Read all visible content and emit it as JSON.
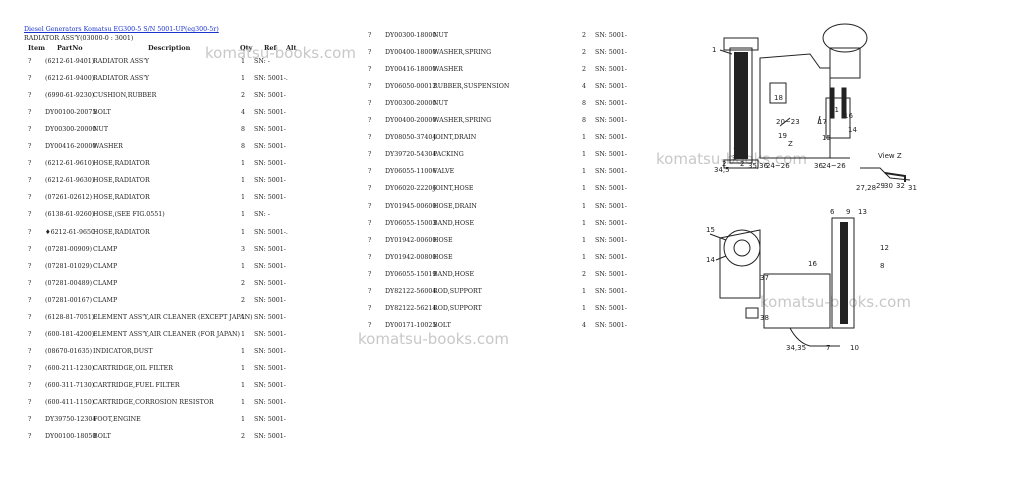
{
  "header": {
    "breadcrumb": [
      "Diesel Generators Komatsu",
      "EG300-5 S/N 5001-UP(eg300-5r)"
    ],
    "subtitle": "RADIATOR ASS'Y(03000-0 : 3001)"
  },
  "columns": {
    "item": "Item",
    "partno": "PartNo",
    "description": "Description",
    "qty": "Qty",
    "ref": "Ref",
    "alt": "Alt"
  },
  "left_rows": [
    {
      "item": "?",
      "partno": "(6212-61-9401)",
      "desc": "RADIATOR ASS'Y",
      "qty": "1",
      "sn": "SN: -"
    },
    {
      "item": "?",
      "partno": "(6212-61-9400)",
      "desc": "RADIATOR ASS'Y",
      "qty": "1",
      "sn": "SN: 5001-."
    },
    {
      "item": "?",
      "partno": "(6990-61-9230)",
      "desc": "CUSHION,RUBBER",
      "qty": "2",
      "sn": "SN: 5001-"
    },
    {
      "item": "?",
      "partno": "DY00100-20075",
      "desc": "BOLT",
      "qty": "4",
      "sn": "SN: 5001-"
    },
    {
      "item": "?",
      "partno": "DY00300-20000",
      "desc": "NUT",
      "qty": "8",
      "sn": "SN: 5001-"
    },
    {
      "item": "?",
      "partno": "DY00416-20000",
      "desc": "WASHER",
      "qty": "8",
      "sn": "SN: 5001-"
    },
    {
      "item": "?",
      "partno": "(6212-61-9610)",
      "desc": "HOSE,RADIATOR",
      "qty": "1",
      "sn": "SN: 5001-"
    },
    {
      "item": "?",
      "partno": "(6212-61-9630)",
      "desc": "HOSE,RADIATOR",
      "qty": "1",
      "sn": "SN: 5001-"
    },
    {
      "item": "?",
      "partno": "(07261-02612)",
      "desc": "HOSE,RADIATOR",
      "qty": "1",
      "sn": "SN: 5001-"
    },
    {
      "item": "?",
      "partno": "(6138-61-9260)",
      "desc": "HOSE,(SEE FIG.0551)",
      "qty": "1",
      "sn": "SN: -"
    },
    {
      "item": "?",
      "partno": "♦6212-61-9650",
      "desc": "HOSE,RADIATOR",
      "qty": "1",
      "sn": "SN: 5001-."
    },
    {
      "item": "?",
      "partno": "(07281-00909)",
      "desc": "CLAMP",
      "qty": "3",
      "sn": "SN: 5001-"
    },
    {
      "item": "?",
      "partno": "(07281-01029)",
      "desc": "CLAMP",
      "qty": "1",
      "sn": "SN: 5001-"
    },
    {
      "item": "?",
      "partno": "(07281-00489)",
      "desc": "CLAMP",
      "qty": "2",
      "sn": "SN: 5001-"
    },
    {
      "item": "?",
      "partno": "(07281-00167)",
      "desc": "CLAMP",
      "qty": "2",
      "sn": "SN: 5001-"
    },
    {
      "item": "?",
      "partno": "(6128-81-7051)",
      "desc": "ELEMENT ASS'Y,AIR CLEANER (EXCEPT JAPAN)",
      "qty": "1",
      "sn": "SN: 5001-"
    },
    {
      "item": "?",
      "partno": "(600-181-4200)",
      "desc": "ELEMENT ASS'Y,AIR CLEANER (FOR JAPAN)",
      "qty": "1",
      "sn": "SN: 5001-"
    },
    {
      "item": "?",
      "partno": "(08670-01635)",
      "desc": "INDICATOR,DUST",
      "qty": "1",
      "sn": "SN: 5001-"
    },
    {
      "item": "?",
      "partno": "(600-211-1230)",
      "desc": "CARTRIDGE,OIL FILTER",
      "qty": "1",
      "sn": "SN: 5001-"
    },
    {
      "item": "?",
      "partno": "(600-311-7130)",
      "desc": "CARTRIDGE,FUEL FILTER",
      "qty": "1",
      "sn": "SN: 5001-"
    },
    {
      "item": "?",
      "partno": "(600-411-1150)",
      "desc": "CARTRIDGE,CORROSION RESISTOR",
      "qty": "1",
      "sn": "SN: 5001-"
    },
    {
      "item": "?",
      "partno": "DY39750-12304",
      "desc": "FOOT,ENGINE",
      "qty": "1",
      "sn": "SN: 5001-"
    },
    {
      "item": "?",
      "partno": "DY00100-18050",
      "desc": "BOLT",
      "qty": "2",
      "sn": "SN: 5001-"
    }
  ],
  "right_rows": [
    {
      "item": "?",
      "partno": "DY00300-18000",
      "desc": "NUT",
      "qty": "2",
      "sn": "SN: 5001-"
    },
    {
      "item": "?",
      "partno": "DY00400-18000",
      "desc": "WASHER,SPRING",
      "qty": "2",
      "sn": "SN: 5001-"
    },
    {
      "item": "?",
      "partno": "DY00416-18000",
      "desc": "WASHER",
      "qty": "2",
      "sn": "SN: 5001-"
    },
    {
      "item": "?",
      "partno": "DY06050-00012",
      "desc": "RUBBER,SUSPENSION",
      "qty": "4",
      "sn": "SN: 5001-"
    },
    {
      "item": "?",
      "partno": "DY00300-20000",
      "desc": "NUT",
      "qty": "8",
      "sn": "SN: 5001-"
    },
    {
      "item": "?",
      "partno": "DY00400-20000",
      "desc": "WASHER,SPRING",
      "qty": "8",
      "sn": "SN: 5001-"
    },
    {
      "item": "?",
      "partno": "DY08050-37404",
      "desc": "JOINT,DRAIN",
      "qty": "1",
      "sn": "SN: 5001-"
    },
    {
      "item": "?",
      "partno": "DY39720-54304",
      "desc": "PACKING",
      "qty": "1",
      "sn": "SN: 5001-"
    },
    {
      "item": "?",
      "partno": "DY06055-11006",
      "desc": "VALVE",
      "qty": "1",
      "sn": "SN: 5001-"
    },
    {
      "item": "?",
      "partno": "DY06020-22206",
      "desc": "JOINT,HOSE",
      "qty": "1",
      "sn": "SN: 5001-"
    },
    {
      "item": "?",
      "partno": "DY01945-00600",
      "desc": "HOSE,DRAIN",
      "qty": "1",
      "sn": "SN: 5001-"
    },
    {
      "item": "?",
      "partno": "DY06055-15003",
      "desc": "BAND,HOSE",
      "qty": "1",
      "sn": "SN: 5001-"
    },
    {
      "item": "?",
      "partno": "DY01942-00600",
      "desc": "HOSE",
      "qty": "1",
      "sn": "SN: 5001-"
    },
    {
      "item": "?",
      "partno": "DY01942-00800",
      "desc": "HOSE",
      "qty": "1",
      "sn": "SN: 5001-"
    },
    {
      "item": "?",
      "partno": "DY06055-15019",
      "desc": "BAND,HOSE",
      "qty": "2",
      "sn": "SN: 5001-"
    },
    {
      "item": "?",
      "partno": "DY82122-56004",
      "desc": "ROD,SUPPORT",
      "qty": "1",
      "sn": "SN: 5001-"
    },
    {
      "item": "?",
      "partno": "DY82122-56214",
      "desc": "ROD,SUPPORT",
      "qty": "1",
      "sn": "SN: 5001-"
    },
    {
      "item": "?",
      "partno": "DY00171-10025",
      "desc": "BOLT",
      "qty": "4",
      "sn": "SN: 5001-"
    }
  ],
  "watermark": "komatsu-books.com",
  "diagram": {
    "top_labels": [
      "1",
      "2",
      "34,5",
      "3",
      "2",
      "35,36",
      "24~26",
      "36",
      "24~26",
      "18",
      "20~23",
      "19",
      "Z",
      "17",
      "11",
      "16",
      "14",
      "15",
      "View Z",
      "27,28",
      "29",
      "30",
      "32",
      "31"
    ],
    "bottom_labels": [
      "6",
      "9",
      "13",
      "15",
      "14",
      "16",
      "12",
      "8",
      "37",
      "38",
      "34,35",
      "7",
      "10"
    ]
  }
}
